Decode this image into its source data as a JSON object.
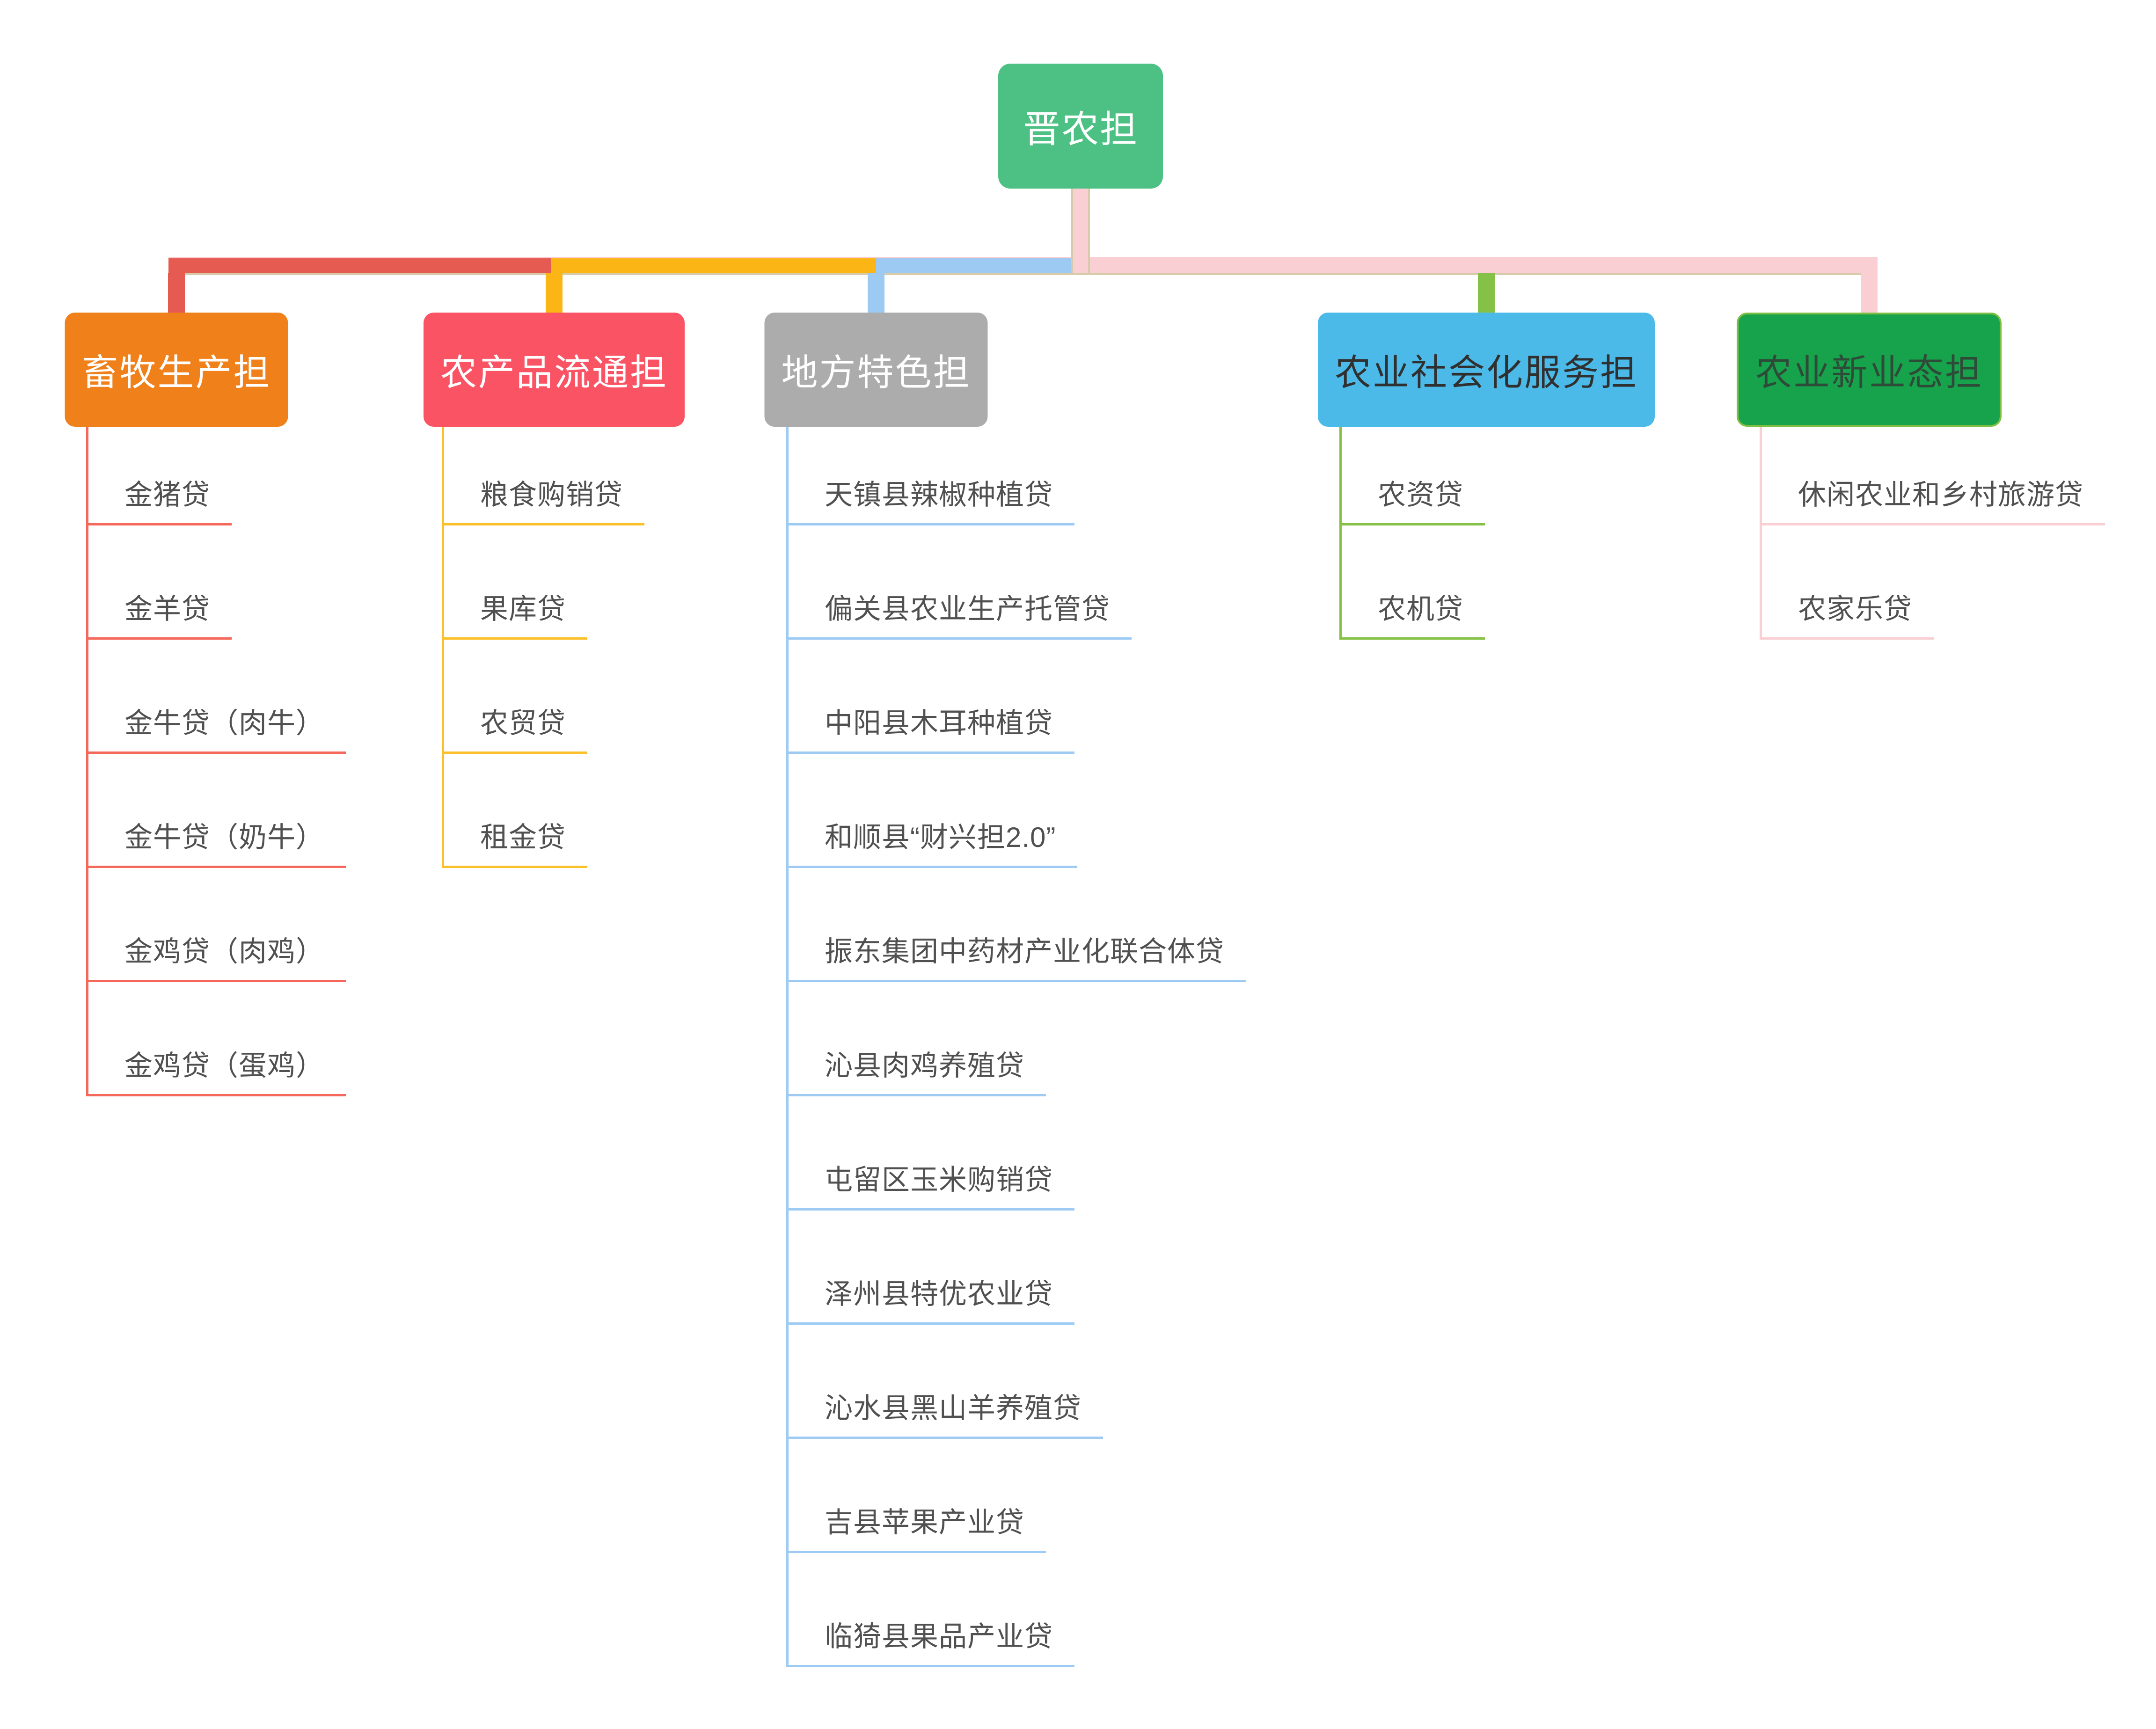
{
  "root": {
    "label": "晋农担",
    "color": "#4CC183",
    "text_color": "#FFFFFF"
  },
  "leaf_text_color": "#505050",
  "connector_colors": {
    "trunk_underlay_pink": "#F9CFD3",
    "trunk_shadow_tan": "#D8CBA9",
    "segment_red": "#E65B51",
    "segment_yellow": "#FBB616",
    "segment_blue": "#9CCAF2"
  },
  "branches": [
    {
      "label": "畜牧生产担",
      "box_color": "#F08019",
      "text_color": "#FFFFFF",
      "connector_color": "#E65B51",
      "leaf_line_color": "#F4695C",
      "leaves": [
        "金猪贷",
        "金羊贷",
        "金牛贷（肉牛）",
        "金牛贷（奶牛）",
        "金鸡贷（肉鸡）",
        "金鸡贷（蛋鸡）"
      ]
    },
    {
      "label": "农产品流通担",
      "box_color": "#FA5364",
      "text_color": "#FFFFFF",
      "connector_color": "#FBB616",
      "leaf_line_color": "#FCC02B",
      "leaves": [
        "粮食购销贷",
        "果库贷",
        "农贸贷",
        "租金贷"
      ]
    },
    {
      "label": "地方特色担",
      "box_color": "#ACACAC",
      "text_color": "#FFFFFF",
      "connector_color": "#9CCAF2",
      "leaf_line_color": "#9ECBF4",
      "leaves": [
        "天镇县辣椒种植贷",
        "偏关县农业生产托管贷",
        "中阳县木耳种植贷",
        "和顺县“财兴担2.0”",
        "振东集团中药材产业化联合体贷",
        "沁县肉鸡养殖贷",
        "屯留区玉米购销贷",
        "泽州县特优农业贷",
        "沁水县黑山羊养殖贷",
        "吉县苹果产业贷",
        "临猗县果品产业贷"
      ]
    },
    {
      "label": "农业社会化服务担",
      "box_color": "#4CBAE8",
      "text_color": "#303030",
      "connector_color": "#86C147",
      "leaf_line_color": "#86C147",
      "leaves": [
        "农资贷",
        "农机贷"
      ]
    },
    {
      "label": "农业新业态担",
      "box_color": "#17A34B",
      "box_border_color": "#7EBF43",
      "text_color": "#2E4B39",
      "connector_color": "#F9CFD3",
      "leaf_line_color": "#F9CFD3",
      "leaves": [
        "休闲农业和乡村旅游贷",
        "农家乐贷"
      ]
    }
  ]
}
